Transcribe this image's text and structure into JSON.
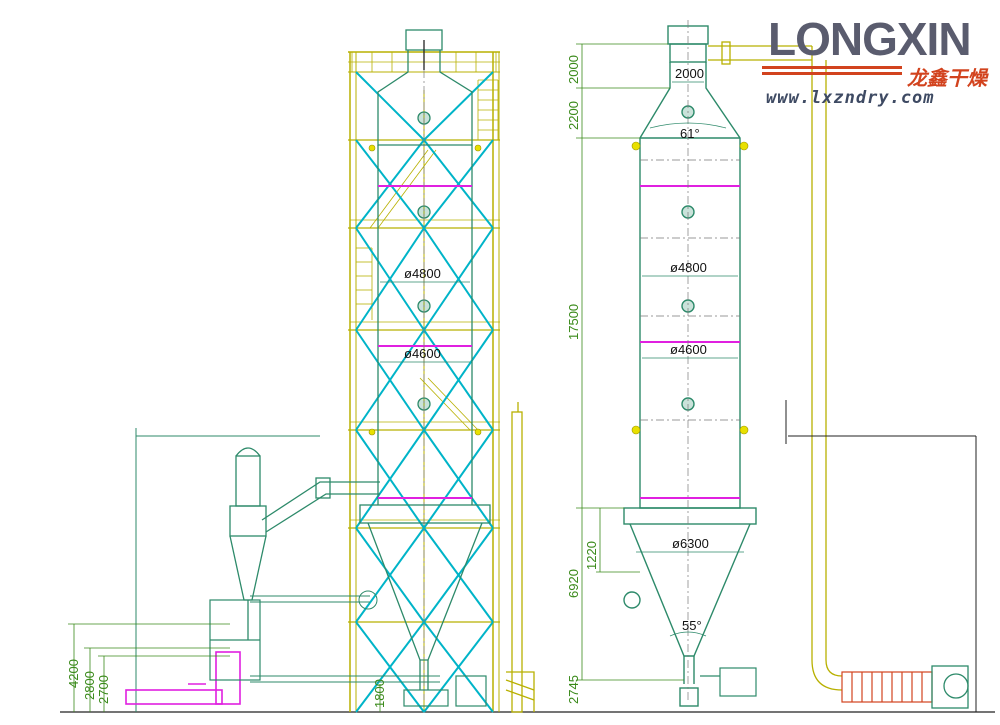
{
  "logo": {
    "brand": "LONGXIN",
    "brand_cn": "龙鑫干燥",
    "url": "www.lxzndry.com"
  },
  "left_tower": {
    "diameter_upper": "ø4800",
    "diameter_lower": "ø4600"
  },
  "right_tower": {
    "top_width": "2000",
    "cone_angle_top": "61°",
    "diameter_upper": "ø4800",
    "diameter_lower": "ø4600",
    "diameter_base": "ø6300",
    "cone_angle_bottom": "55°"
  },
  "dimensions_right": [
    "2000",
    "2200",
    "17500",
    "1220",
    "6920",
    "2745"
  ],
  "dimensions_left": [
    "4200",
    "2800",
    "2700",
    "1800"
  ],
  "colors": {
    "steel": "#b8b000",
    "brace": "#00b4c8",
    "body": "#2d8a6a",
    "magenta": "#e020e0",
    "dim": "#3a8a1a",
    "brand_red": "#d2431e"
  }
}
